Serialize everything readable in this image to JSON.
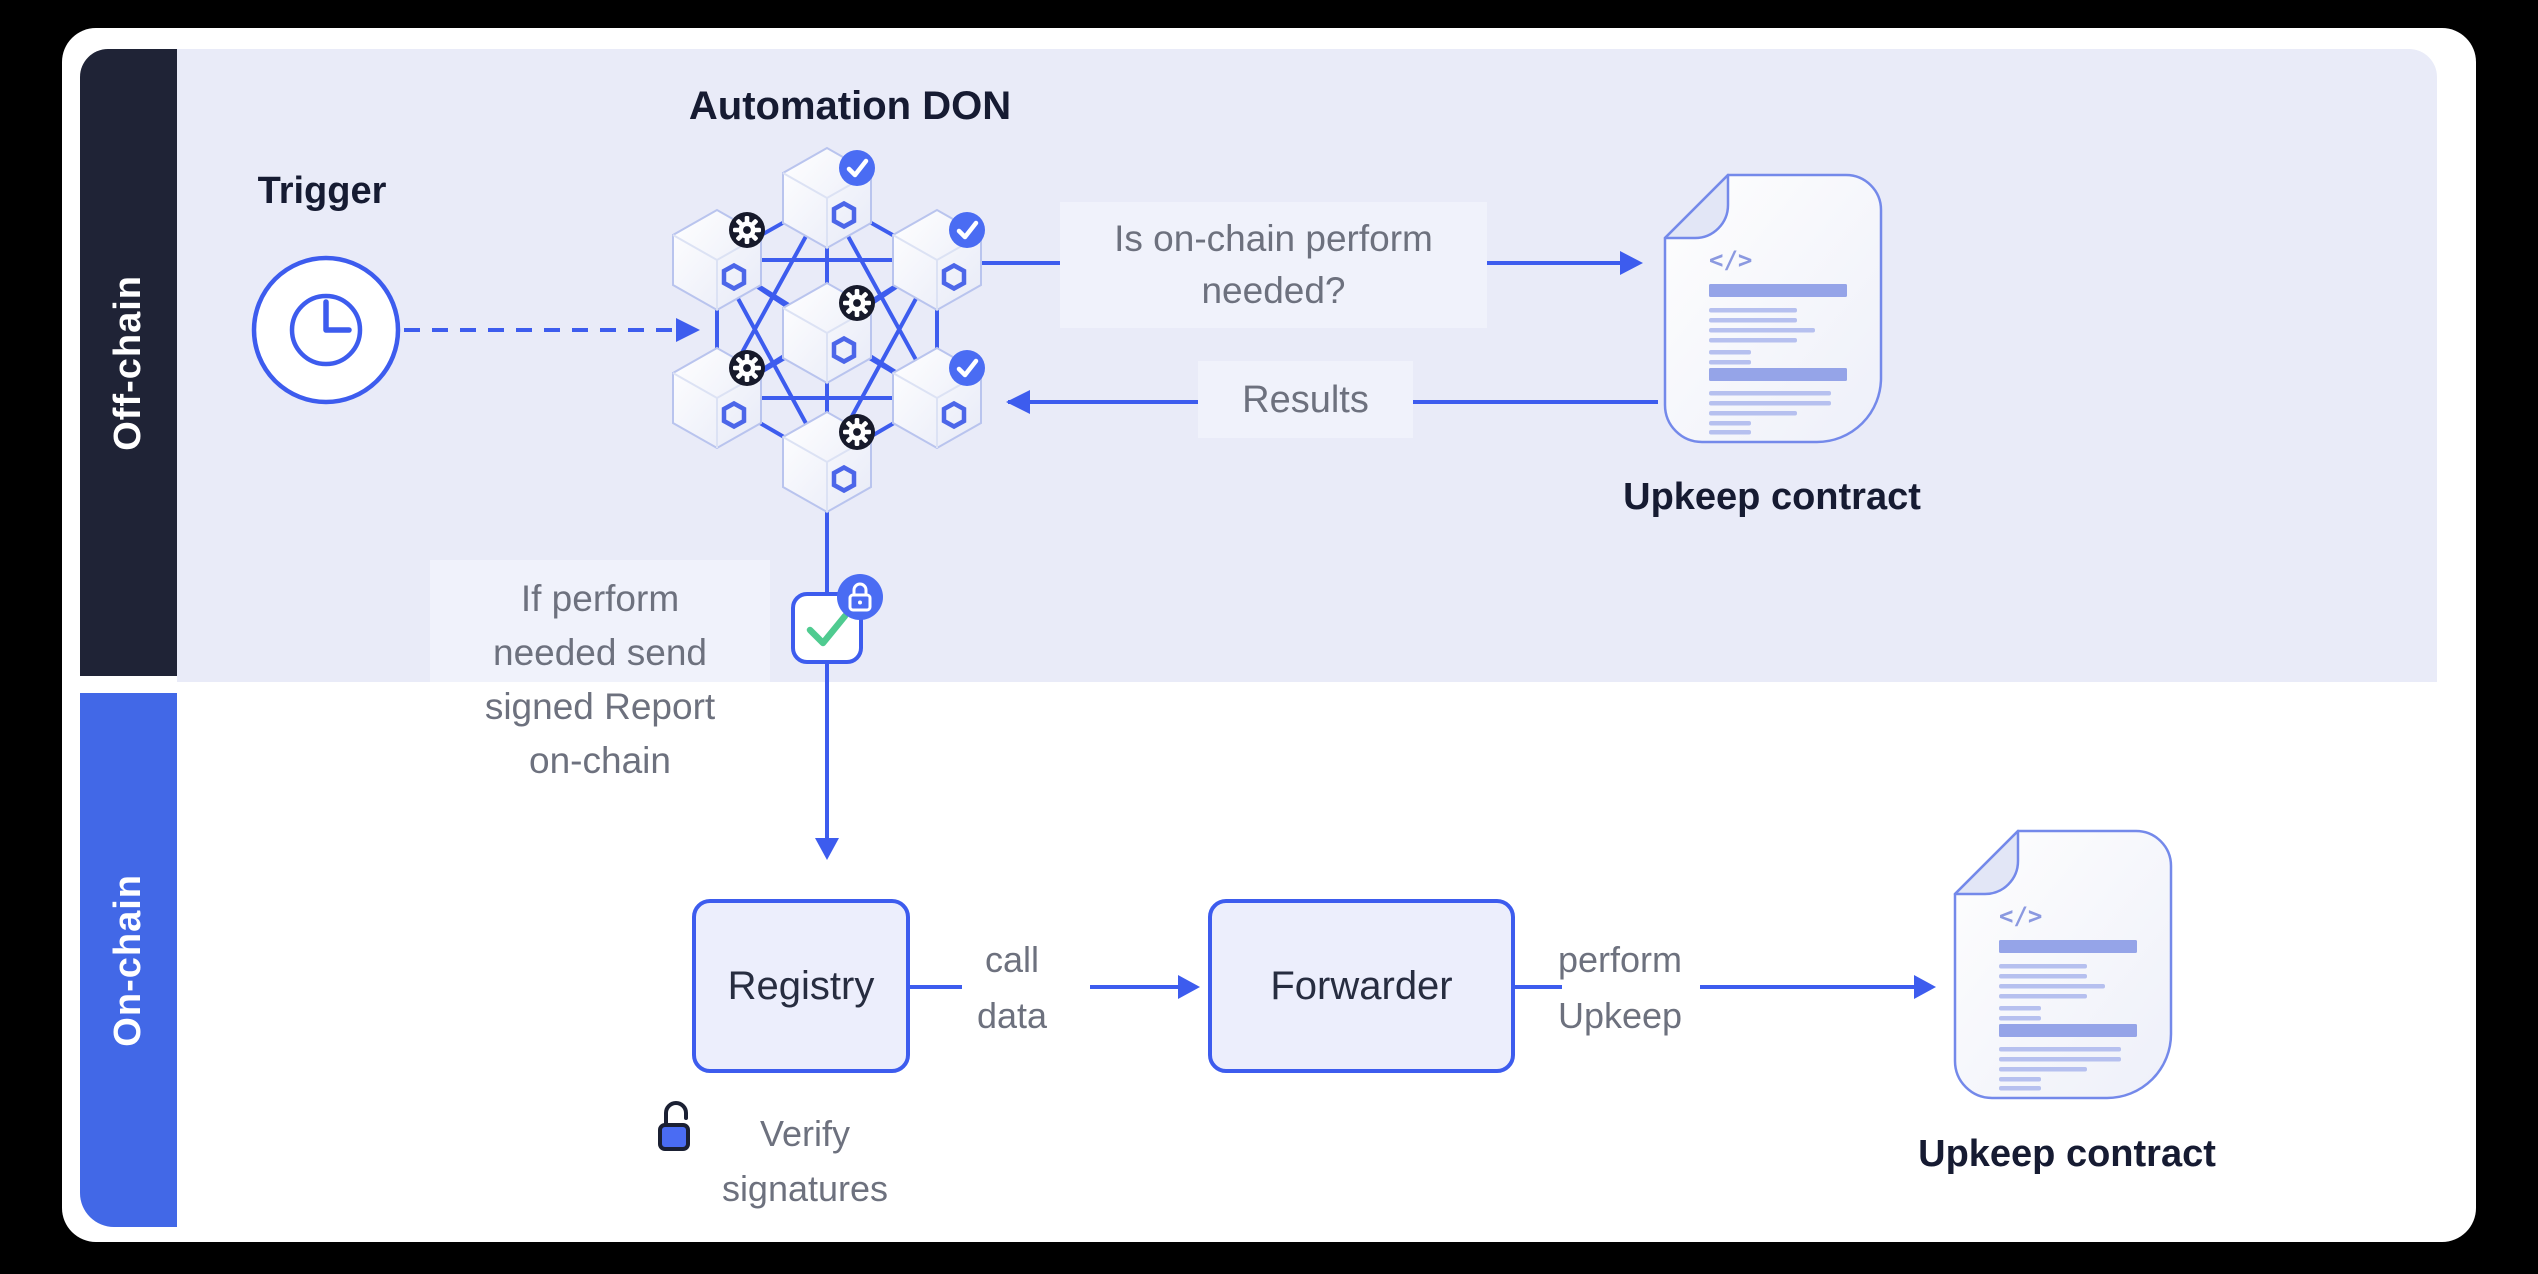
{
  "sidebars": {
    "offchain": "Off-chain",
    "onchain": "On-chain"
  },
  "don": {
    "title": "Automation DON"
  },
  "trigger": {
    "label": "Trigger"
  },
  "question": {
    "line1": "Is on-chain perform",
    "line2": "needed?"
  },
  "results": {
    "label": "Results"
  },
  "report_note": {
    "line1": "If perform",
    "line2": "needed send",
    "line3": "signed Report",
    "line4": "on-chain"
  },
  "registry": {
    "label": "Registry"
  },
  "call_data": {
    "line1": "call",
    "line2": "data"
  },
  "forwarder": {
    "label": "Forwarder"
  },
  "perform_upkeep": {
    "line1": "perform",
    "line2": "Upkeep"
  },
  "upkeep_top": {
    "label": "Upkeep contract"
  },
  "upkeep_bottom": {
    "label": "Upkeep contract"
  },
  "verify": {
    "line1": "Verify",
    "line2": "signatures"
  },
  "docs": {
    "code_glyph": "</>"
  },
  "colors": {
    "accent_blue": "#3d5cee",
    "offchain_panel": "#e9ebf8",
    "sidebar_dark": "#1f2336",
    "sidebar_blue": "#4268e7",
    "badge_check_blue": "#4a6cf3",
    "badge_gear_dark": "#171a2b",
    "check_green": "#4fcb90",
    "gray_text": "#6d717e",
    "navy_text": "#161b32"
  }
}
